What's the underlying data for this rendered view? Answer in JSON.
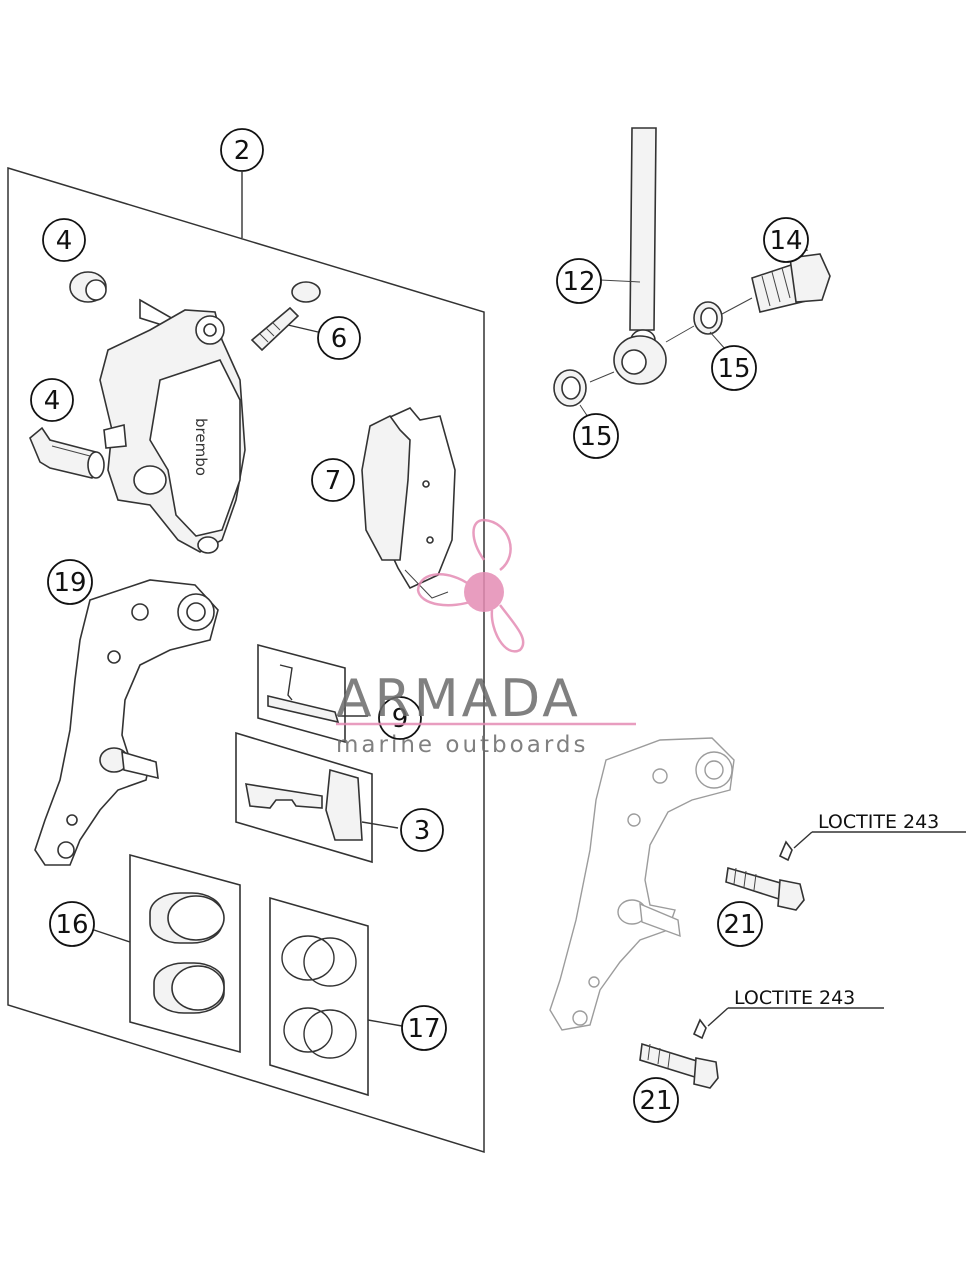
{
  "callouts": {
    "c2": "2",
    "c4a": "4",
    "c4b": "4",
    "c6": "6",
    "c7": "7",
    "c19": "19",
    "c9": "9",
    "c3": "3",
    "c16": "16",
    "c17": "17",
    "c12": "12",
    "c14": "14",
    "c15a": "15",
    "c15b": "15",
    "c21a": "21",
    "c21b": "21"
  },
  "notes": {
    "loctite_1": "LOCTITE 243",
    "loctite_2": "LOCTITE 243"
  },
  "caliper_brand": "brembo",
  "watermark": {
    "title": "ARMADA",
    "subtitle": "marine outboards",
    "color": "#e58cb5"
  }
}
